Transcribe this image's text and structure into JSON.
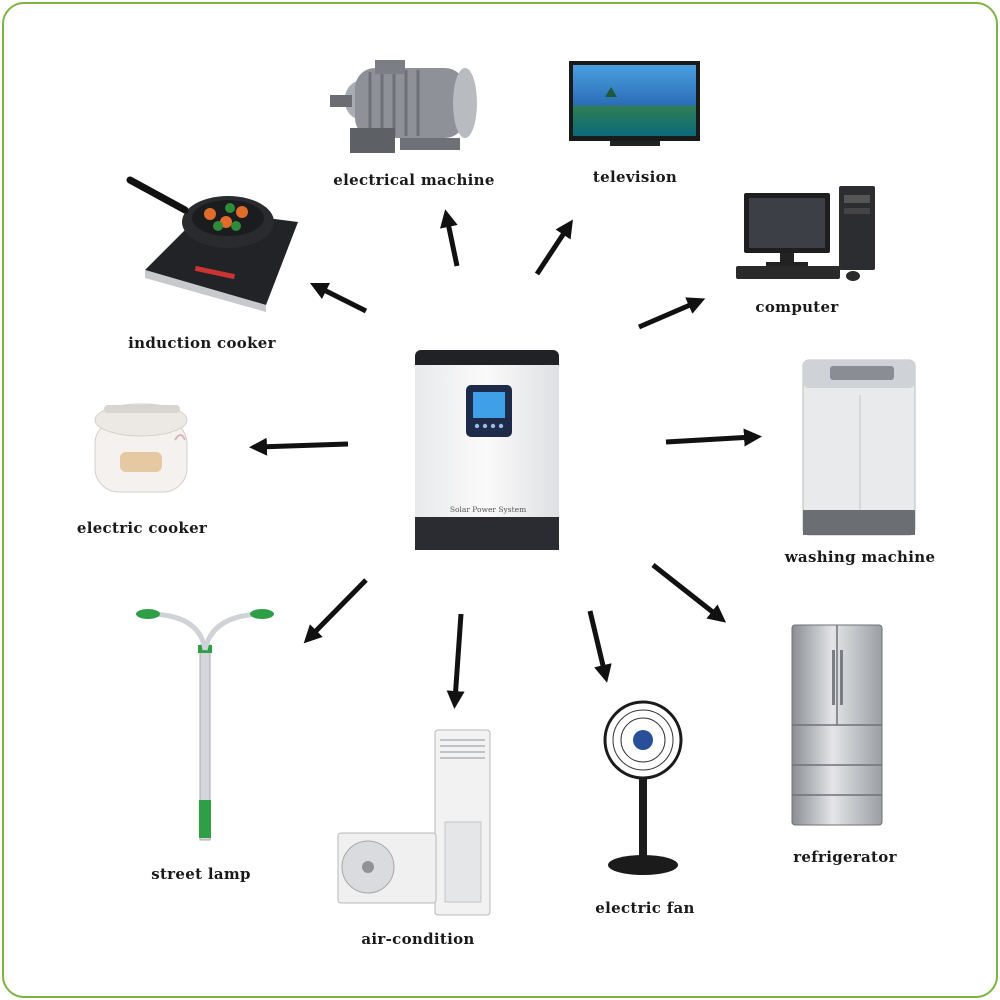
{
  "center": {
    "name": "Solar Power System",
    "brand_text": "Solar Power System"
  },
  "appliances": {
    "electrical_machine": "electrical machine",
    "television": "television",
    "computer": "computer",
    "induction_cooker": "induction cooker",
    "electric_cooker": "electric cooker",
    "washing_machine": "washing machine",
    "street_lamp": "street lamp",
    "air_condition": "air-condition",
    "electric_fan": "electric fan",
    "refrigerator": "refrigerator"
  },
  "colors": {
    "border": "#7cb342",
    "arrow": "#111111",
    "lamp_green": "#2e9e47"
  }
}
